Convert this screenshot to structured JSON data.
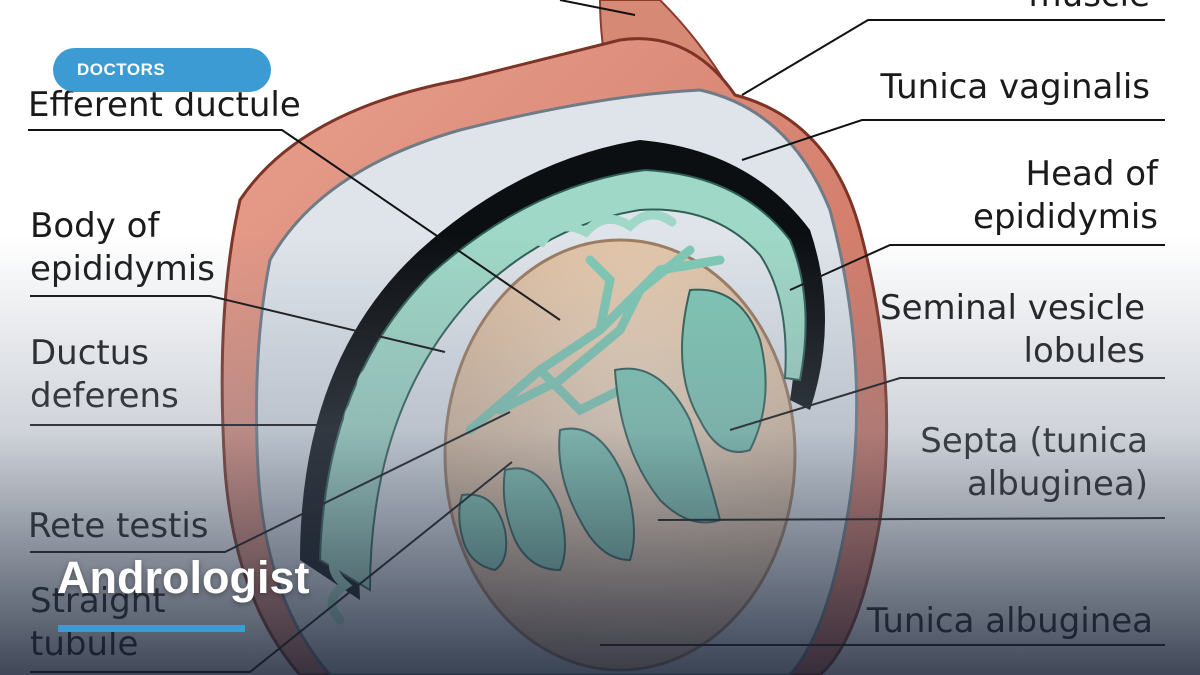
{
  "badge": {
    "label": "DOCTORS",
    "color": "#3d9bd3"
  },
  "headline": {
    "title": "Andrologist"
  },
  "diagram": {
    "labels": {
      "muscle": "muscle",
      "efferent_ductule": "Efferent ductule",
      "tunica_vaginalis": "Tunica vaginalis",
      "head_of_epididymis": "Head of\nepididymis",
      "body_of_epididymis": "Body of\nepididymis",
      "seminal_vesicle_lobules": "Seminal vesicle\nlobules",
      "ductus_deferens": "Ductus\ndeferens",
      "septa": "Septa (tunica\nalbuginea)",
      "rete_testis": "Rete testis",
      "straight_tubule": "Straight\ntubule",
      "tunica_albuginea": "Tunica albuginea"
    }
  },
  "colors": {
    "scrotal_wall": "#d9826f",
    "epididymis": "#9fd8c6",
    "testis": "#e8cdb0",
    "tunica": "#dfe4ea",
    "dark_band": "#0c0f12"
  }
}
